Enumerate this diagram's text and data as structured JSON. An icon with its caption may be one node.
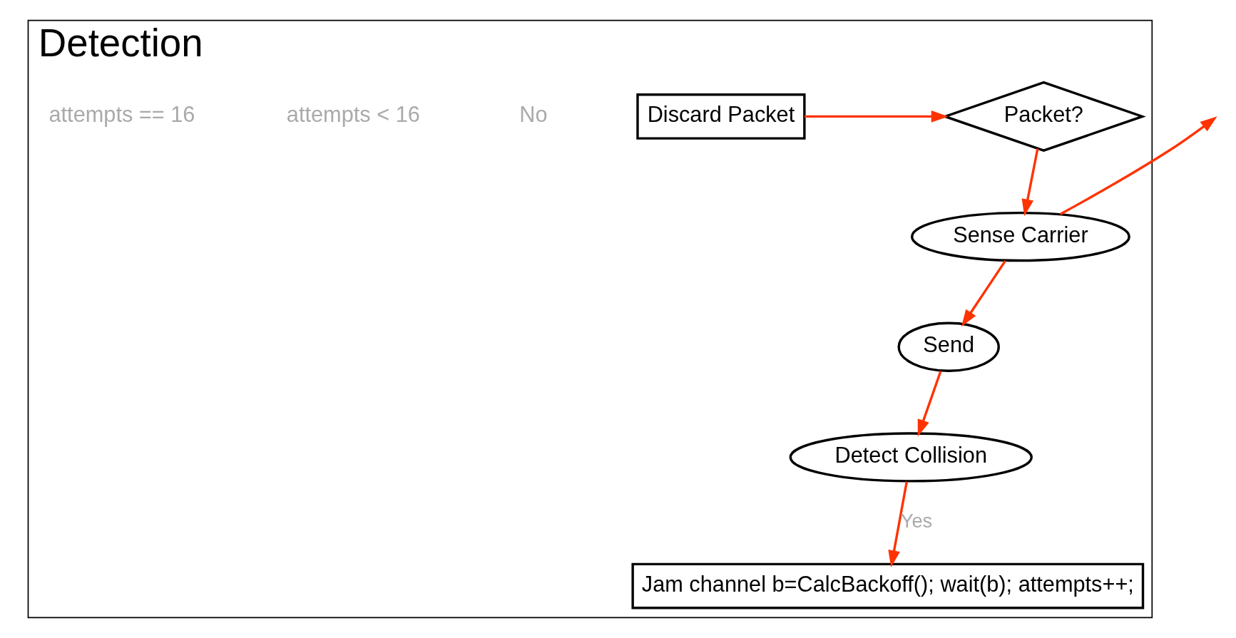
{
  "diagram": {
    "nodes": [
      {
        "text": [
          "Detection"
        ]
      },
      {
        "text": [
          "Packet?"
        ],
        "in": 0
      },
      {
        "text": [
          "Sense Carrier"
        ],
        "in": 0
      },
      {
        "text": [
          "Send"
        ],
        "in": 0
      },
      {
        "text": [
          "Detect Collision"
        ],
        "in": 0
      },
      {
        "text": [
          "Discard Packet"
        ],
        "in": 0
      },
      {
        "text": [
          "Jam channel b=CalcBackoff(); wait(b); attempts++;"
        ],
        "in": 0
      }
    ],
    "edges": [
      {
        "from": 1,
        "to": 2,
        "arrow": "to"
      },
      {
        "from": 2,
        "to": 3,
        "arrow": "to"
      },
      {
        "from": 3,
        "to": 4,
        "arrow": "to"
      },
      {
        "from": 4,
        "to": 6,
        "arrow": "to",
        "label": "Yes"
      },
      {
        "from": 5,
        "to": 1,
        "arrow": "to"
      },
      {
        "from": 2,
        "to": null,
        "arrow": "to"
      }
    ],
    "labels": [
      "No",
      "attempts < 16",
      "attempts == 16"
    ]
  }
}
